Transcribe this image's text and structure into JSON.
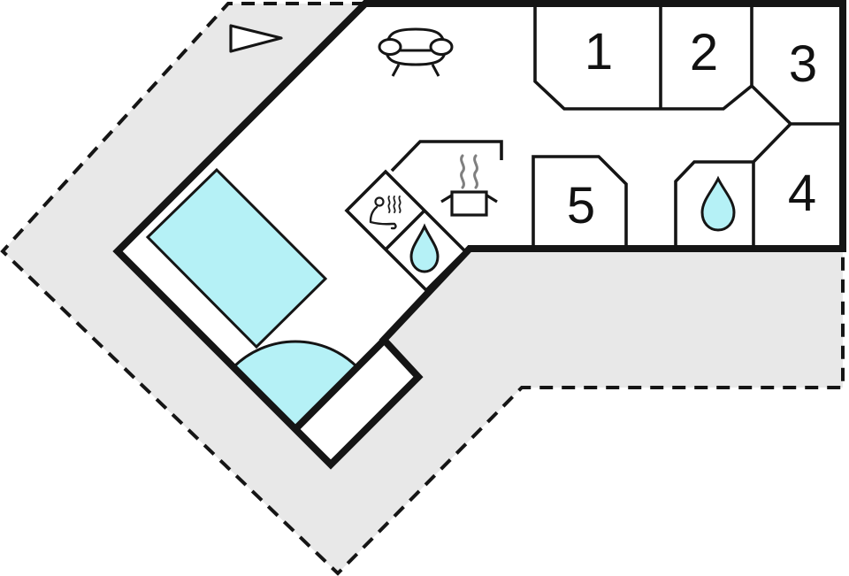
{
  "plan": {
    "name": "holiday-house-floor-plan",
    "colors": {
      "wall": "#151515",
      "terrace": "#e8e8e8",
      "water": "#b5f1f6",
      "interior": "#ffffff",
      "steam": "#7f7f7f"
    },
    "rooms": [
      {
        "id": "room-1",
        "label": "1"
      },
      {
        "id": "room-2",
        "label": "2"
      },
      {
        "id": "room-3",
        "label": "3"
      },
      {
        "id": "room-4",
        "label": "4"
      },
      {
        "id": "room-5",
        "label": "5"
      }
    ],
    "features": {
      "pool": "swimming-pool",
      "pool_steps": "quarter-circle-pool-steps",
      "sauna": "sauna-with-steam-person",
      "shower": "water-drop-shower",
      "bathroom": "water-drop-bathroom",
      "kitchen": "stove-pot-with-steam",
      "living_room": "sofa",
      "terrace": "dashed-outline-terrace",
      "entrance": "triangle-entrance-arrow"
    }
  }
}
